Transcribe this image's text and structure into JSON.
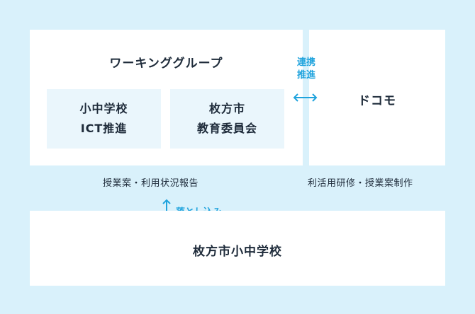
{
  "working_group": {
    "title": "ワーキンググループ",
    "members": [
      {
        "lines": [
          "小中学校",
          "ICT推進"
        ]
      },
      {
        "lines": [
          "枚方市",
          "教育委員会"
        ]
      }
    ]
  },
  "docomo": {
    "title": "ドコモ"
  },
  "link": {
    "line1": "連携",
    "line2": "推進"
  },
  "captions": {
    "left": "授業案・利用状況報告",
    "right": "利活用研修・授業案制作"
  },
  "flow": {
    "label": "落とし込み"
  },
  "schools": {
    "title": "枚方市小中学校"
  },
  "colors": {
    "background": "#d9f1fb",
    "box": "#ffffff",
    "inner": "#eaf6fc",
    "accent": "#1fa3dd"
  }
}
